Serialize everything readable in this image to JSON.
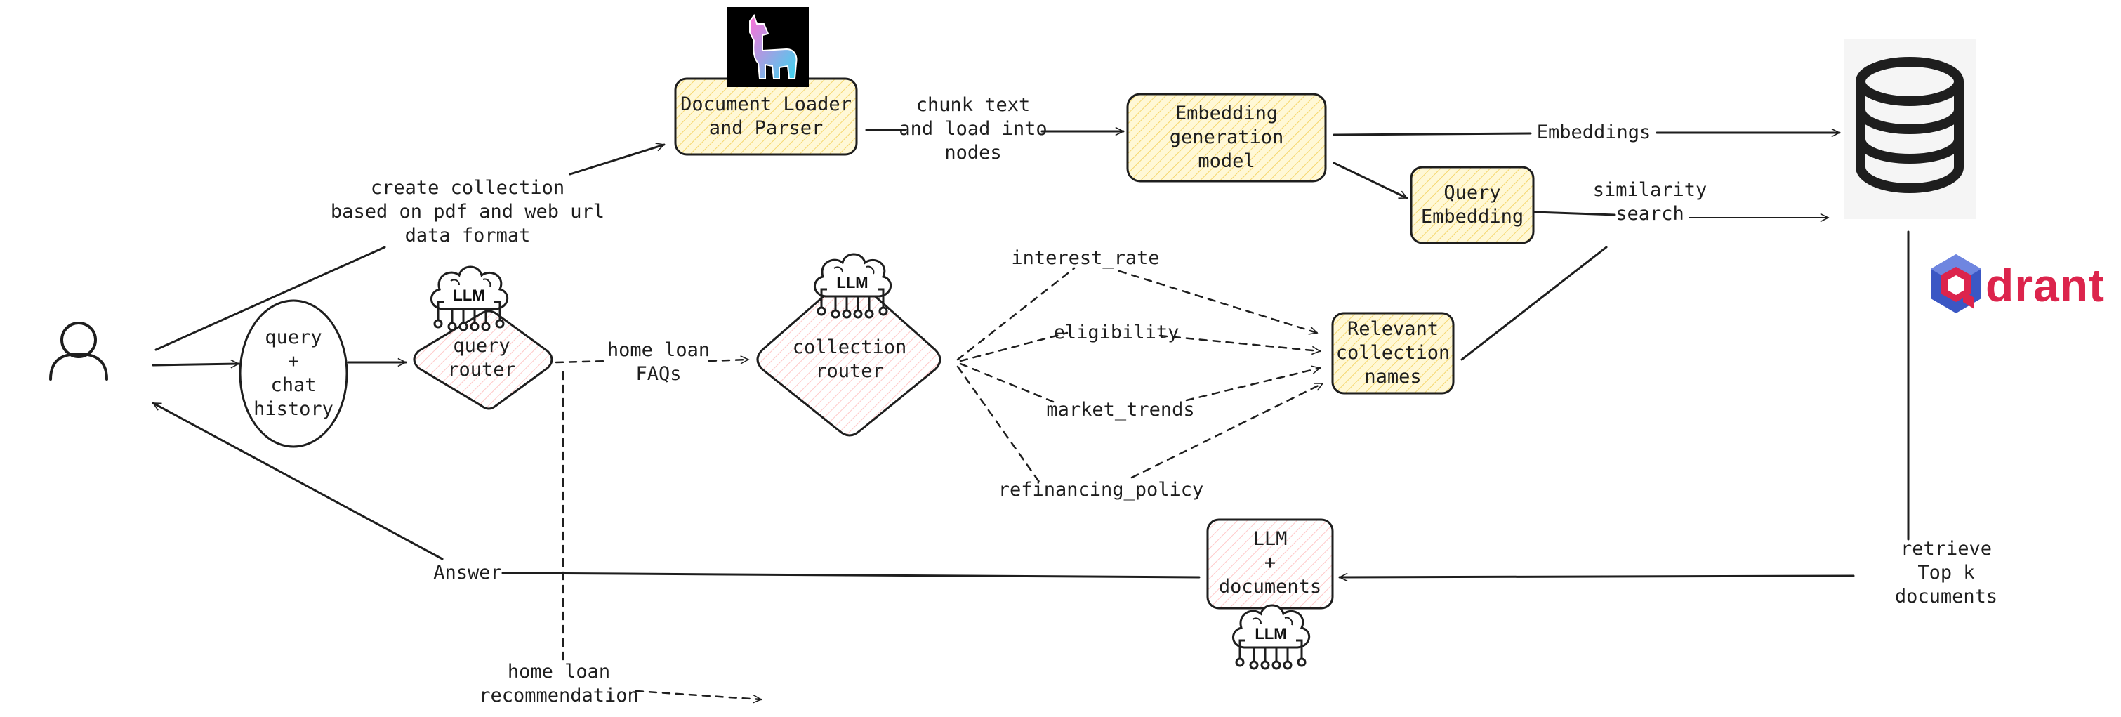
{
  "nodes": {
    "doc_loader": "Document Loader\nand Parser",
    "embedding_model": "Embedding\ngeneration\nmodel",
    "query_embedding": "Query\nEmbedding",
    "query_chat_history": "query\n+\nchat\nhistory",
    "query_router": "query\nrouter",
    "collection_router": "collection\nrouter",
    "relevant_collections": "Relevant\ncollection\nnames",
    "llm_documents": "LLM\n+\ndocuments"
  },
  "edges": {
    "create_collection": "create collection\nbased on pdf and web url\ndata format",
    "chunk_text": "chunk text\nand load into\nnodes",
    "embeddings": "Embeddings",
    "similarity_search": "similarity\nsearch",
    "home_loan_faqs": "home loan\nFAQs",
    "home_loan_recommendation": "home loan\nrecommendation",
    "retrieve_top_k": "retrieve\nTop k\ndocuments",
    "answer": "Answer"
  },
  "collections": [
    "interest_rate",
    "eligibility",
    "market_trends",
    "refinancing_policy"
  ],
  "icons": {
    "llm_badge": "LLM",
    "user": "user-icon",
    "database": "database-icon",
    "llama": "llama-icon"
  },
  "brand": {
    "qdrant_logo_text": "drant"
  },
  "colors": {
    "yellow_fill": "#fff3bf",
    "red_hatch": "#ffc9c9",
    "stroke": "#1e1e1e",
    "qdrant_red": "#dc244c",
    "qdrant_blue": "#3b57c4"
  }
}
